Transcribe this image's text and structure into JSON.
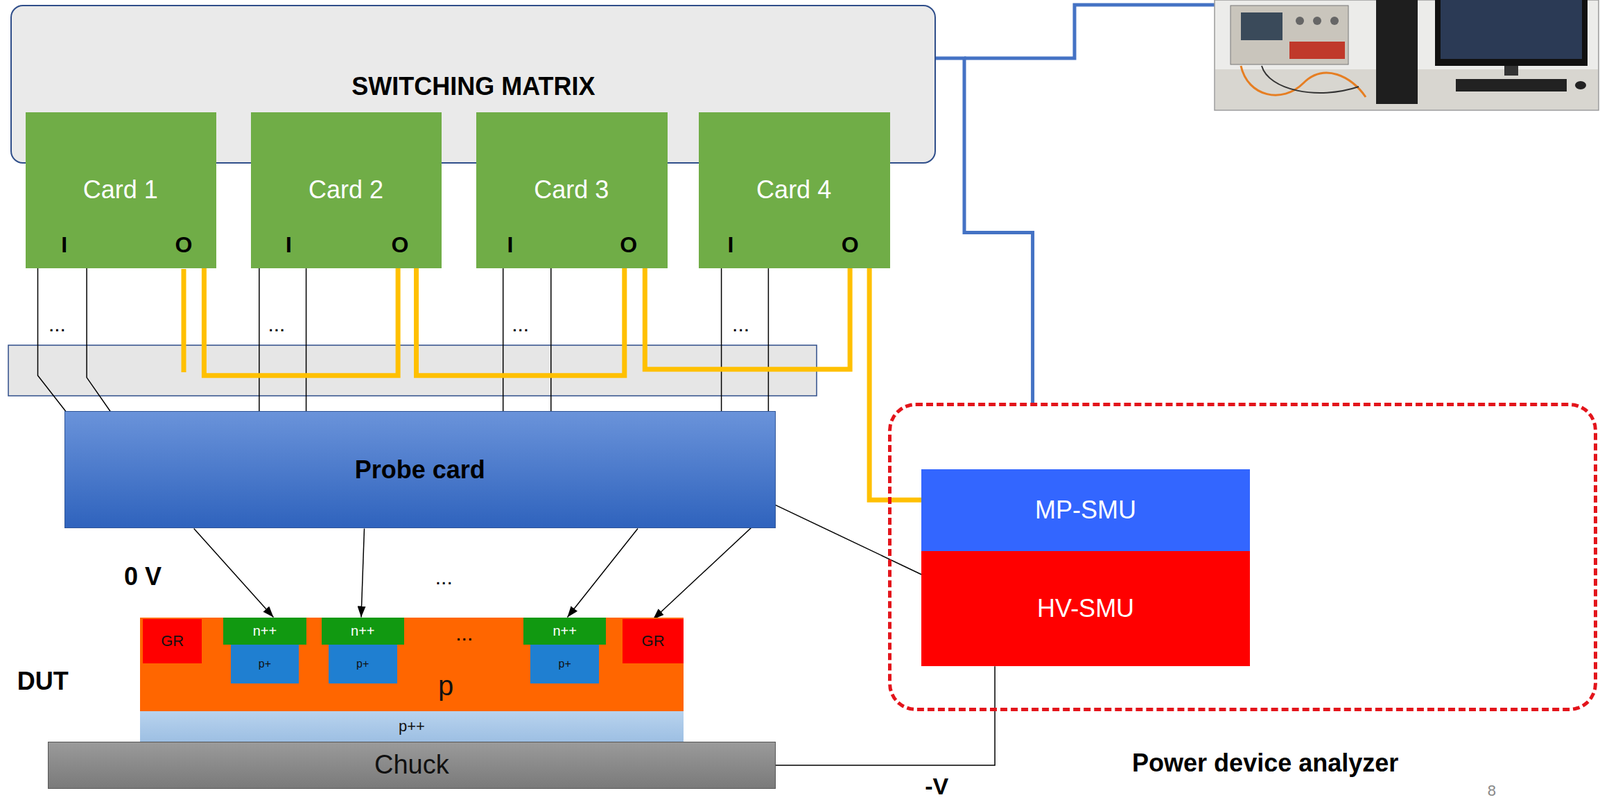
{
  "diagram": {
    "nodes": [
      {
        "text": [
          "SWITCHING MATRIX"
        ]
      },
      {
        "text": [
          "Card 1",
          "I",
          "O"
        ],
        "in": 0
      },
      {
        "text": [
          "Card 2",
          "I",
          "O"
        ],
        "in": 0
      },
      {
        "text": [
          "Card 3",
          "I",
          "O"
        ],
        "in": 0
      },
      {
        "text": [
          "Card 4",
          "I",
          "O"
        ],
        "in": 0
      },
      {
        "text": [
          "Probe card"
        ]
      },
      {
        "text": [
          "Power device analyzer"
        ]
      },
      {
        "text": [
          "MP-SMU"
        ],
        "in": 6
      },
      {
        "text": [
          "HV-SMU"
        ],
        "in": 6
      },
      {
        "text": [
          "p"
        ]
      },
      {
        "text": [
          "GR"
        ],
        "in": 9
      },
      {
        "text": [
          "n++"
        ],
        "in": 9
      },
      {
        "text": [
          "p+"
        ],
        "in": 9
      },
      {
        "text": [
          "n++"
        ],
        "in": 9
      },
      {
        "text": [
          "p+"
        ],
        "in": 9
      },
      {
        "text": [
          "n++"
        ],
        "in": 9
      },
      {
        "text": [
          "p+"
        ],
        "in": 9
      },
      {
        "text": [
          "GR"
        ],
        "in": 9
      },
      {
        "text": [
          "p++"
        ]
      },
      {
        "text": [
          "Chuck"
        ]
      }
    ],
    "edges": [
      {
        "from": 1,
        "to": 5,
        "arrow": "none"
      },
      {
        "from": 1,
        "to": 5,
        "arrow": "none"
      },
      {
        "from": 2,
        "to": 5,
        "arrow": "none"
      },
      {
        "from": 2,
        "to": 5,
        "arrow": "none"
      },
      {
        "from": 3,
        "to": 5,
        "arrow": "none"
      },
      {
        "from": 3,
        "to": 5,
        "arrow": "none"
      },
      {
        "from": 4,
        "to": 5,
        "arrow": "none"
      },
      {
        "from": 4,
        "to": 5,
        "arrow": "none"
      },
      {
        "from": 1,
        "to": 2,
        "arrow": "none"
      },
      {
        "from": 2,
        "to": 3,
        "arrow": "none"
      },
      {
        "from": 3,
        "to": 4,
        "arrow": "none"
      },
      {
        "from": 4,
        "to": 7,
        "arrow": "none"
      },
      {
        "from": 0,
        "to": 6,
        "arrow": "none"
      },
      {
        "from": 5,
        "to": 11,
        "arrow": "to"
      },
      {
        "from": 5,
        "to": 13,
        "arrow": "to"
      },
      {
        "from": 5,
        "to": 15,
        "arrow": "to"
      },
      {
        "from": 5,
        "to": 17,
        "arrow": "to"
      },
      {
        "from": 5,
        "to": 8,
        "arrow": "none"
      },
      {
        "from": 8,
        "to": 19,
        "arrow": "none"
      }
    ],
    "labels": [
      "...",
      "...",
      "...",
      "...",
      "0 V",
      "...",
      "...",
      "DUT",
      "-V",
      "8"
    ]
  }
}
